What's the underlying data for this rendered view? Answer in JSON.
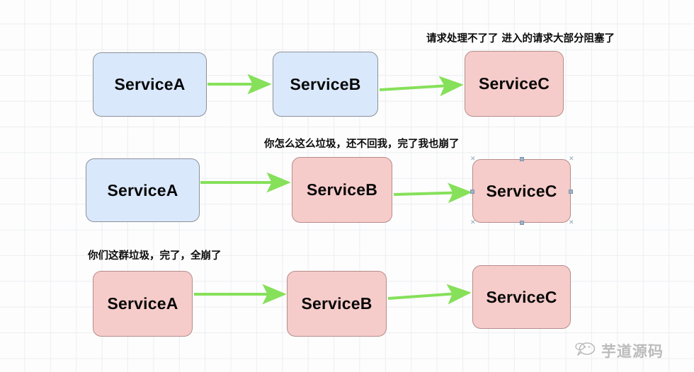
{
  "diagram": {
    "title": "Service cascade failure diagram",
    "colors": {
      "node_blue_fill": "#dae8fc",
      "node_blue_stroke": "#8b9099",
      "node_pink_fill": "#f6ccca",
      "node_pink_stroke": "#b58c8a",
      "arrow_green": "#86e05a",
      "grid_line": "#eceef2",
      "background": "#fdfdfd",
      "text": "#070707",
      "selection_handle": "#9fb3c8"
    },
    "rows": [
      {
        "id": "row-1",
        "annotation": "请求处理不了了 进入的请求大部分阻塞了",
        "nodes": [
          {
            "id": "r1-service-a",
            "label": "ServiceA",
            "state": "normal",
            "color": "blue",
            "selected": false
          },
          {
            "id": "r1-service-b",
            "label": "ServiceB",
            "state": "normal",
            "color": "blue",
            "selected": false
          },
          {
            "id": "r1-service-c",
            "label": "ServiceC",
            "state": "failing",
            "color": "pink",
            "selected": false
          }
        ]
      },
      {
        "id": "row-2",
        "annotation": "你怎么这么垃圾，还不回我，完了我也崩了",
        "nodes": [
          {
            "id": "r2-service-a",
            "label": "ServiceA",
            "state": "normal",
            "color": "blue",
            "selected": false
          },
          {
            "id": "r2-service-b",
            "label": "ServiceB",
            "state": "failing",
            "color": "pink",
            "selected": false
          },
          {
            "id": "r2-service-c",
            "label": "ServiceC",
            "state": "failing",
            "color": "pink",
            "selected": true
          }
        ]
      },
      {
        "id": "row-3",
        "annotation": "你们这群垃圾，完了，全崩了",
        "nodes": [
          {
            "id": "r3-service-a",
            "label": "ServiceA",
            "state": "failing",
            "color": "pink",
            "selected": false
          },
          {
            "id": "r3-service-b",
            "label": "ServiceB",
            "state": "failing",
            "color": "pink",
            "selected": false
          },
          {
            "id": "r3-service-c",
            "label": "ServiceC",
            "state": "failing",
            "color": "pink",
            "selected": false
          }
        ]
      }
    ],
    "edges": [
      {
        "id": "r1-a-to-b",
        "from": "r1-service-a",
        "to": "r1-service-b",
        "style": "green-arrow"
      },
      {
        "id": "r1-b-to-c",
        "from": "r1-service-b",
        "to": "r1-service-c",
        "style": "green-arrow"
      },
      {
        "id": "r2-a-to-b",
        "from": "r2-service-a",
        "to": "r2-service-b",
        "style": "green-arrow"
      },
      {
        "id": "r2-b-to-c",
        "from": "r2-service-b",
        "to": "r2-service-c",
        "style": "green-arrow"
      },
      {
        "id": "r3-a-to-b",
        "from": "r3-service-a",
        "to": "r3-service-b",
        "style": "green-arrow"
      },
      {
        "id": "r3-b-to-c",
        "from": "r3-service-b",
        "to": "r3-service-c",
        "style": "green-arrow"
      }
    ]
  },
  "watermark": {
    "text": "芋道源码",
    "icon": "chat-bubble-smiley-icon"
  }
}
